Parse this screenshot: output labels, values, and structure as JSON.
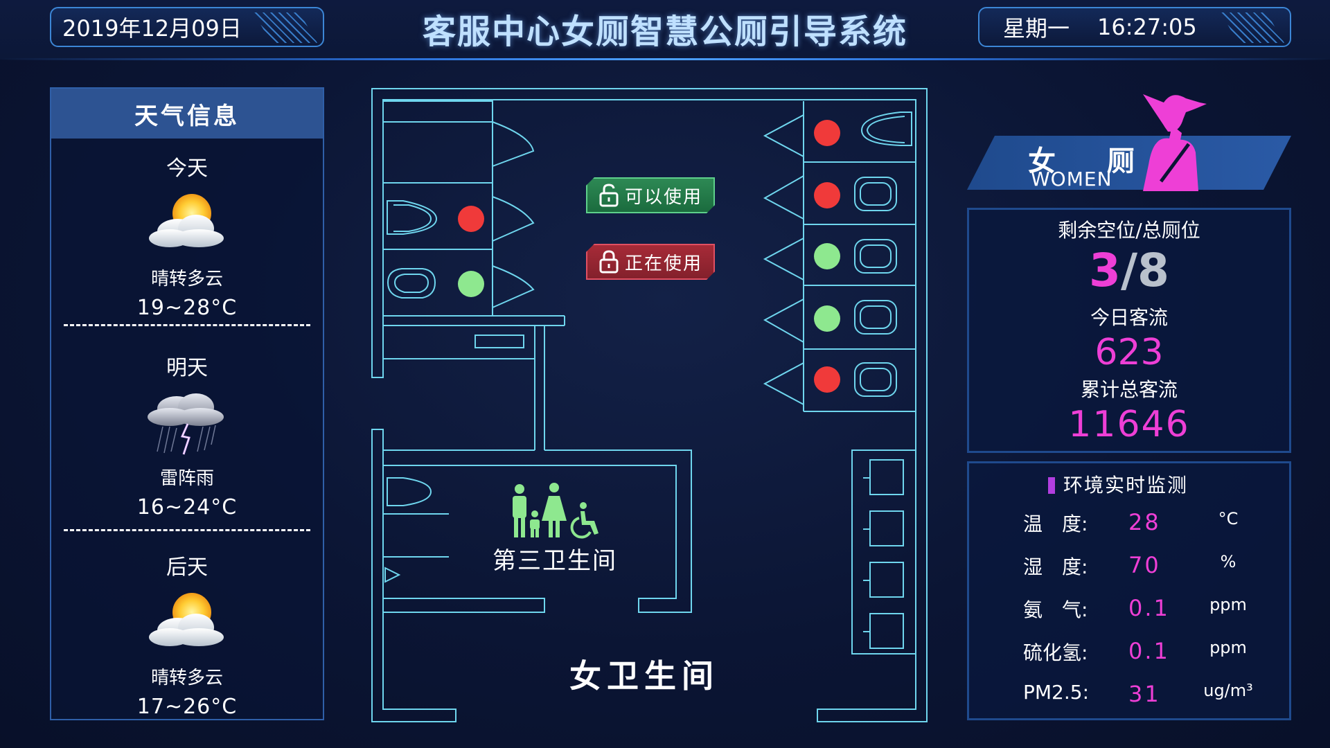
{
  "header": {
    "date": "2019年12月09日",
    "title": "客服中心女厕智慧公厕引导系统",
    "weekday": "星期一",
    "time": "16:27:05"
  },
  "weather": {
    "title": "天气信息",
    "days": [
      {
        "label": "今天",
        "desc": "晴转多云",
        "temp": "19~28°C",
        "icon": "partly-cloudy-icon"
      },
      {
        "label": "明天",
        "desc": "雷阵雨",
        "temp": "16~24°C",
        "icon": "thunderstorm-icon"
      },
      {
        "label": "后天",
        "desc": "晴转多云",
        "temp": "17~26°C",
        "icon": "partly-cloudy-icon"
      }
    ]
  },
  "legend": {
    "available": "可以使用",
    "occupied": "正在使用"
  },
  "rooms": {
    "third": "第三卫生间",
    "women": "女卫生间"
  },
  "stalls": {
    "left": [
      "occupied",
      "available"
    ],
    "right": [
      "occupied",
      "occupied",
      "available",
      "available",
      "occupied"
    ]
  },
  "colors": {
    "available": "#8ee88f",
    "occupied": "#f03a3a",
    "accent": "#ee3fd6",
    "line": "#6fd6ee"
  },
  "women_banner": {
    "cn": "女 厕",
    "en": "WOMEN"
  },
  "stats": {
    "vacancy_label": "剩余空位/总厕位",
    "vacant": "3",
    "separator": "/",
    "total": "8",
    "today_label": "今日客流",
    "today_value": "623",
    "cumulative_label": "累计总客流",
    "cumulative_value": "11646"
  },
  "environment": {
    "title": "环境实时监测",
    "rows": [
      {
        "label": "温　度:",
        "value": "28",
        "unit": "°C"
      },
      {
        "label": "湿　度:",
        "value": "70",
        "unit": "%"
      },
      {
        "label": "氨　气:",
        "value": "0.1",
        "unit": "ppm"
      },
      {
        "label": "硫化氢:",
        "value": "0.1",
        "unit": "ppm"
      },
      {
        "label": "PM2.5:",
        "value": "31",
        "unit": "ug/m³"
      }
    ]
  }
}
